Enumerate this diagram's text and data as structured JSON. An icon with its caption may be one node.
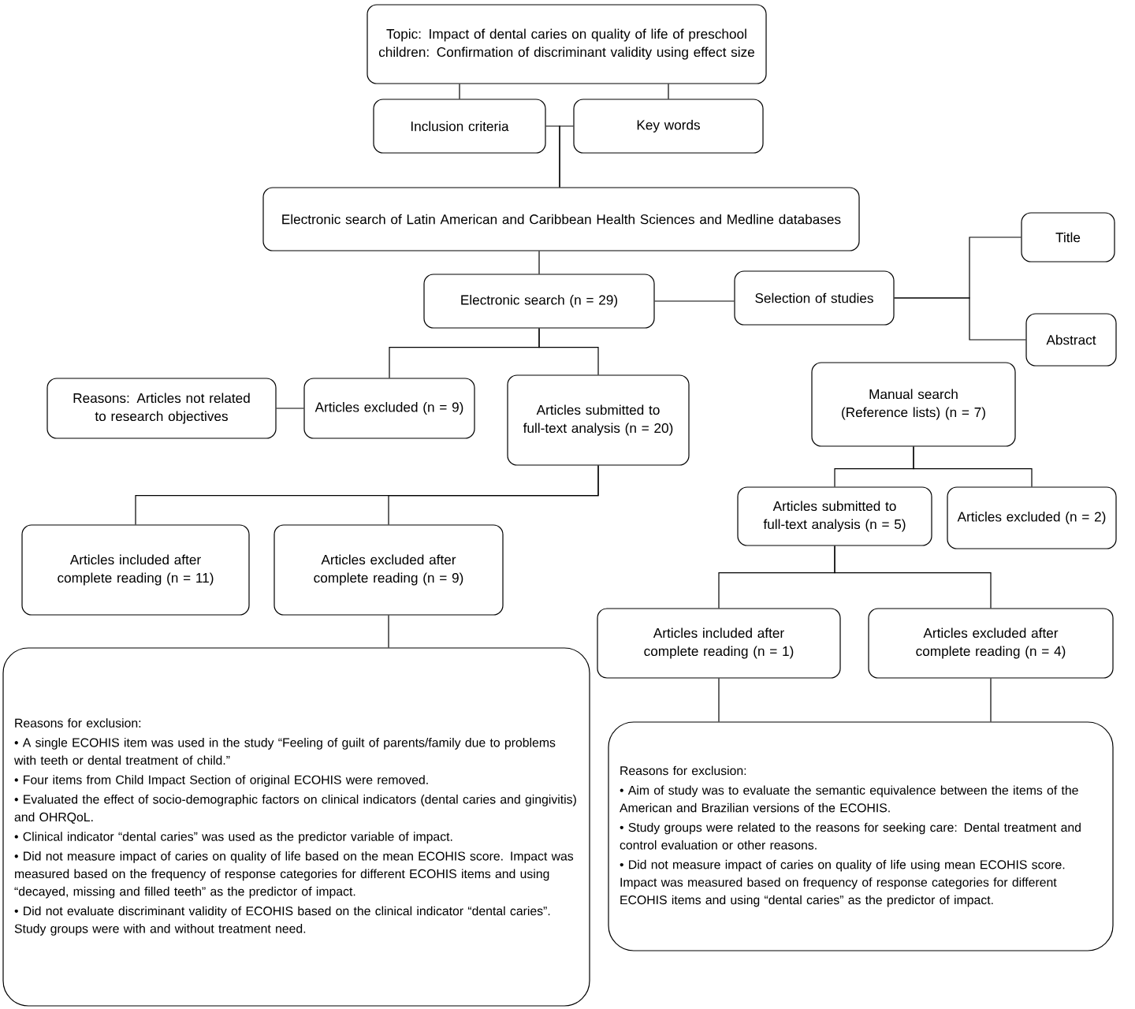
{
  "diagram": {
    "nodes": [
      {
        "text": [
          "Topic: Impact of dental caries on quality of life of preschool children: Confirmation of discriminant validity using effect size"
        ]
      },
      {
        "text": [
          "Inclusion criteria"
        ]
      },
      {
        "text": [
          "Key words"
        ]
      },
      {
        "text": [
          "Electronic search of Latin American and Caribbean Health Sciences and Medline databases"
        ]
      },
      {
        "text": [
          "Electronic search (n = 29)"
        ]
      },
      {
        "text": [
          "Selection of studies"
        ]
      },
      {
        "text": [
          "Title"
        ]
      },
      {
        "text": [
          "Abstract"
        ]
      },
      {
        "text": [
          "Reasons: Articles not related to research objectives"
        ]
      },
      {
        "text": [
          "Articles excluded (n = 9)"
        ]
      },
      {
        "text": [
          "Articles submitted to full-text analysis (n = 20)"
        ]
      },
      {
        "text": [
          "Manual search (Reference lists) (n = 7)"
        ]
      },
      {
        "text": [
          "Articles included after complete reading (n = 11)"
        ]
      },
      {
        "text": [
          "Articles excluded after complete reading (n = 9)"
        ]
      },
      {
        "text": [
          "Articles submitted to full-text analysis (n = 5)"
        ]
      },
      {
        "text": [
          "Articles excluded (n = 2)"
        ]
      },
      {
        "text": [
          "Articles included after complete reading (n = 1)"
        ]
      },
      {
        "text": [
          "Articles excluded after complete reading (n = 4)"
        ]
      },
      {
        "text": [
          "Reasons for exclusion:",
          "• A single ECOHIS item was used in the study “Feeling of guilt of parents/family due to problems with teeth or dental treatment of child.”",
          "• Four items from Child Impact Section of original ECOHIS were removed.",
          "• Evaluated the effect of socio-demographic factors on clinical indicators (dental caries and gingivitis) and OHRQoL.",
          "• Clinical indicator “dental caries” was used as the predictor variable of impact.",
          "• Did not measure impact of caries on quality of life based on the mean ECOHIS score. Impact was measured based on the frequency of response categories for different ECOHIS items and using “decayed, missing and filled teeth” as the predictor of impact.",
          "• Did not evaluate discriminant validity of ECOHIS based on the clinical indicator “dental caries”. Study groups were with and without treatment need."
        ]
      },
      {
        "text": [
          "Reasons for exclusion:",
          "• Aim of study was to evaluate the semantic equivalence between the items of the American and Brazilian versions of the ECOHIS.",
          "• Study groups were related to the reasons for seeking care: Dental treatment and control evaluation or other reasons.",
          "• Did not measure impact of caries on quality of life using mean ECOHIS score. Impact was measured based on frequency of response categories for different ECOHIS items and using “dental caries” as the predictor of impact."
        ]
      }
    ],
    "edges": [
      {
        "from": 0,
        "to": 1,
        "arrow": "none"
      },
      {
        "from": 0,
        "to": 2,
        "arrow": "none"
      },
      {
        "from": 1,
        "to": 3,
        "arrow": "none"
      },
      {
        "from": 2,
        "to": 3,
        "arrow": "none"
      },
      {
        "from": 3,
        "to": 4,
        "arrow": "none"
      },
      {
        "from": 4,
        "to": 5,
        "arrow": "none"
      },
      {
        "from": 5,
        "to": 6,
        "arrow": "none"
      },
      {
        "from": 5,
        "to": 7,
        "arrow": "none"
      },
      {
        "from": 4,
        "to": 9,
        "arrow": "none"
      },
      {
        "from": 4,
        "to": 10,
        "arrow": "none"
      },
      {
        "from": 9,
        "to": 8,
        "arrow": "none"
      },
      {
        "from": 10,
        "to": 12,
        "arrow": "none"
      },
      {
        "from": 10,
        "to": 13,
        "arrow": "none"
      },
      {
        "from": 13,
        "to": 18,
        "arrow": "none"
      },
      {
        "from": 11,
        "to": 14,
        "arrow": "none"
      },
      {
        "from": 11,
        "to": 15,
        "arrow": "none"
      },
      {
        "from": 14,
        "to": 16,
        "arrow": "none"
      },
      {
        "from": 14,
        "to": 17,
        "arrow": "none"
      },
      {
        "from": 16,
        "to": 19,
        "arrow": "none"
      },
      {
        "from": 17,
        "to": 19,
        "arrow": "none"
      }
    ]
  }
}
